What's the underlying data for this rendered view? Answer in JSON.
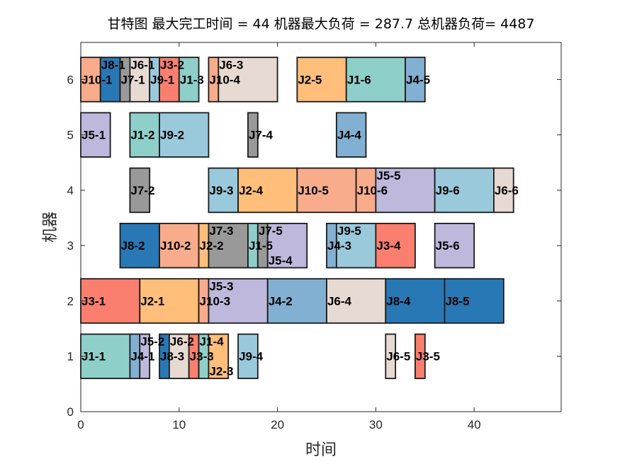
{
  "chart_data": {
    "type": "gantt",
    "title": "甘特图 最大完工时间 = 44 机器最大负荷 = 287.7 总机器负荷= 4487",
    "xlabel": "时间",
    "ylabel": "机器",
    "xlim": [
      0,
      48.85
    ],
    "ylim": [
      0,
      6.67
    ],
    "xticks": [
      0,
      10,
      20,
      30,
      40
    ],
    "yticks": [
      0,
      1,
      2,
      3,
      4,
      5,
      6
    ],
    "bar_height": 0.8,
    "job_colors": {
      "1": "#8ECFC9",
      "2": "#FFBE7A",
      "3": "#FA7F6F",
      "4": "#82B0D2",
      "5": "#BEB8DC",
      "6": "#E7DAD2",
      "7": "#999999",
      "8": "#2878B5",
      "9": "#9AC9DB",
      "10": "#F8AC8C"
    },
    "tasks": [
      {
        "label": "J1-1",
        "job": 1,
        "machine": 1,
        "start": 0,
        "end": 5
      },
      {
        "label": "J4-1",
        "job": 4,
        "machine": 1,
        "start": 5,
        "end": 6
      },
      {
        "label": "J5-2",
        "job": 5,
        "machine": 1,
        "start": 6,
        "end": 7
      },
      {
        "label": "J8-3",
        "job": 8,
        "machine": 1,
        "start": 8,
        "end": 9
      },
      {
        "label": "J6-2",
        "job": 6,
        "machine": 1,
        "start": 9,
        "end": 11
      },
      {
        "label": "J3-3",
        "job": 3,
        "machine": 1,
        "start": 11,
        "end": 12
      },
      {
        "label": "J1-4",
        "job": 1,
        "machine": 1,
        "start": 12,
        "end": 13
      },
      {
        "label": "J2-3",
        "job": 2,
        "machine": 1,
        "start": 13,
        "end": 15
      },
      {
        "label": "J9-4",
        "job": 9,
        "machine": 1,
        "start": 16,
        "end": 18
      },
      {
        "label": "J6-5",
        "job": 6,
        "machine": 1,
        "start": 31,
        "end": 32
      },
      {
        "label": "J3-5",
        "job": 3,
        "machine": 1,
        "start": 34,
        "end": 35
      },
      {
        "label": "J3-1",
        "job": 3,
        "machine": 2,
        "start": 0,
        "end": 6
      },
      {
        "label": "J2-1",
        "job": 2,
        "machine": 2,
        "start": 6,
        "end": 12
      },
      {
        "label": "J10-3",
        "job": 10,
        "machine": 2,
        "start": 12,
        "end": 13
      },
      {
        "label": "J5-3",
        "job": 5,
        "machine": 2,
        "start": 13,
        "end": 19
      },
      {
        "label": "J4-2",
        "job": 4,
        "machine": 2,
        "start": 19,
        "end": 25
      },
      {
        "label": "J6-4",
        "job": 6,
        "machine": 2,
        "start": 25,
        "end": 31
      },
      {
        "label": "J8-4",
        "job": 8,
        "machine": 2,
        "start": 31,
        "end": 37
      },
      {
        "label": "J8-5",
        "job": 8,
        "machine": 2,
        "start": 37,
        "end": 43
      },
      {
        "label": "J8-2",
        "job": 8,
        "machine": 3,
        "start": 4,
        "end": 8
      },
      {
        "label": "J10-2",
        "job": 10,
        "machine": 3,
        "start": 8,
        "end": 12
      },
      {
        "label": "J2-2",
        "job": 2,
        "machine": 3,
        "start": 12,
        "end": 13
      },
      {
        "label": "J7-3",
        "job": 7,
        "machine": 3,
        "start": 13,
        "end": 17
      },
      {
        "label": "J1-5",
        "job": 1,
        "machine": 3,
        "start": 17,
        "end": 18
      },
      {
        "label": "J7-5",
        "job": 7,
        "machine": 3,
        "start": 18,
        "end": 19
      },
      {
        "label": "J5-4",
        "job": 5,
        "machine": 3,
        "start": 19,
        "end": 23
      },
      {
        "label": "J4-3",
        "job": 4,
        "machine": 3,
        "start": 25,
        "end": 26
      },
      {
        "label": "J9-5",
        "job": 9,
        "machine": 3,
        "start": 26,
        "end": 30
      },
      {
        "label": "J3-4",
        "job": 3,
        "machine": 3,
        "start": 30,
        "end": 34
      },
      {
        "label": "J5-6",
        "job": 5,
        "machine": 3,
        "start": 36,
        "end": 40
      },
      {
        "label": "J7-2",
        "job": 7,
        "machine": 4,
        "start": 5,
        "end": 7
      },
      {
        "label": "J9-3",
        "job": 9,
        "machine": 4,
        "start": 13,
        "end": 16
      },
      {
        "label": "J2-4",
        "job": 2,
        "machine": 4,
        "start": 16,
        "end": 22
      },
      {
        "label": "J10-5",
        "job": 10,
        "machine": 4,
        "start": 22,
        "end": 28
      },
      {
        "label": "J10-6",
        "job": 10,
        "machine": 4,
        "start": 28,
        "end": 30
      },
      {
        "label": "J5-5",
        "job": 5,
        "machine": 4,
        "start": 30,
        "end": 36
      },
      {
        "label": "J9-6",
        "job": 9,
        "machine": 4,
        "start": 36,
        "end": 42
      },
      {
        "label": "J6-6",
        "job": 6,
        "machine": 4,
        "start": 42,
        "end": 44
      },
      {
        "label": "J5-1",
        "job": 5,
        "machine": 5,
        "start": 0,
        "end": 3
      },
      {
        "label": "J1-2",
        "job": 1,
        "machine": 5,
        "start": 5,
        "end": 8
      },
      {
        "label": "J9-2",
        "job": 9,
        "machine": 5,
        "start": 8,
        "end": 13
      },
      {
        "label": "J7-4",
        "job": 7,
        "machine": 5,
        "start": 17,
        "end": 18
      },
      {
        "label": "J4-4",
        "job": 4,
        "machine": 5,
        "start": 26,
        "end": 29
      },
      {
        "label": "J10-1",
        "job": 10,
        "machine": 6,
        "start": 0,
        "end": 2
      },
      {
        "label": "J8-1",
        "job": 8,
        "machine": 6,
        "start": 2,
        "end": 4
      },
      {
        "label": "J7-1",
        "job": 7,
        "machine": 6,
        "start": 4,
        "end": 5
      },
      {
        "label": "J6-1",
        "job": 6,
        "machine": 6,
        "start": 5,
        "end": 7
      },
      {
        "label": "J9-1",
        "job": 9,
        "machine": 6,
        "start": 7,
        "end": 8
      },
      {
        "label": "J3-2",
        "job": 3,
        "machine": 6,
        "start": 8,
        "end": 10
      },
      {
        "label": "J1-3",
        "job": 1,
        "machine": 6,
        "start": 10,
        "end": 12
      },
      {
        "label": "J10-4",
        "job": 10,
        "machine": 6,
        "start": 13,
        "end": 14
      },
      {
        "label": "J6-3",
        "job": 6,
        "machine": 6,
        "start": 14,
        "end": 20
      },
      {
        "label": "J2-5",
        "job": 2,
        "machine": 6,
        "start": 22,
        "end": 27
      },
      {
        "label": "J1-6",
        "job": 1,
        "machine": 6,
        "start": 27,
        "end": 33
      },
      {
        "label": "J4-5",
        "job": 4,
        "machine": 6,
        "start": 33,
        "end": 35
      }
    ]
  }
}
